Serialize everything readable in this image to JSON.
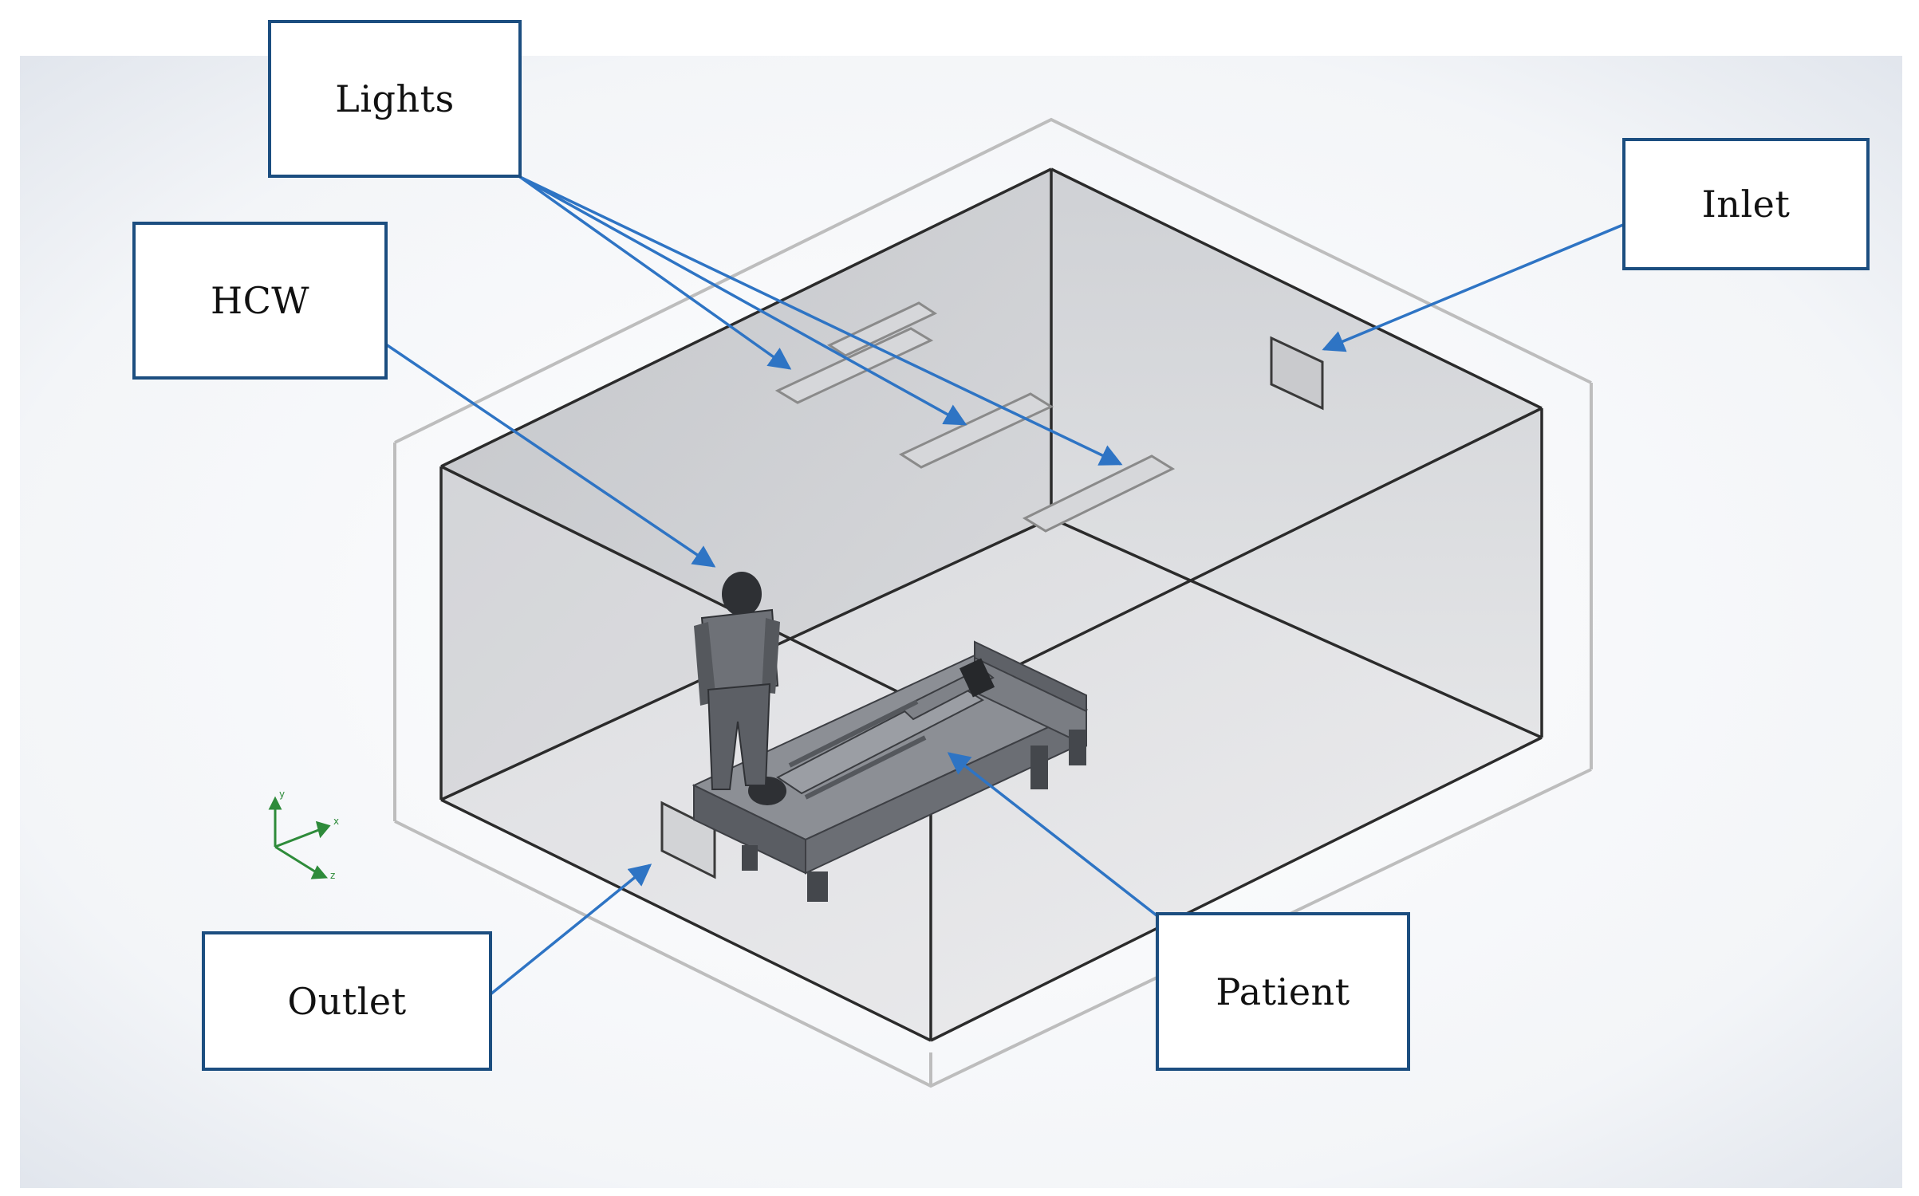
{
  "labels": {
    "lights": "Lights",
    "hcw": "HCW",
    "inlet": "Inlet",
    "outlet": "Outlet",
    "patient": "Patient"
  },
  "triad": {
    "x": "x",
    "y": "y",
    "z": "z"
  },
  "colors": {
    "arrow": "#2e74c4",
    "box_border": "#1c4e80",
    "room_edge": "#2b2b2b",
    "outer_edge": "#bdbdbd",
    "triad": "#2e8b3a"
  }
}
